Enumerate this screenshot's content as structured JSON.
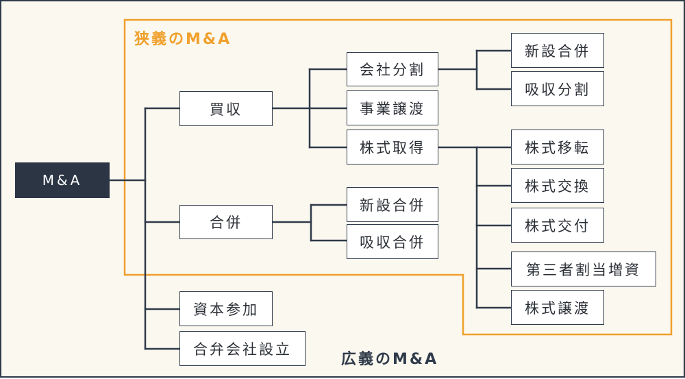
{
  "colors": {
    "accent": "#f0a02c",
    "dark": "#2b3544",
    "background": "#fbf8ef"
  },
  "labels": {
    "narrow": "狭義のM&A",
    "broad": "広義のM&A"
  },
  "nodes": {
    "root": "M&A",
    "acquisition": "買収",
    "merger": "合併",
    "capital_participation": "資本参加",
    "joint_venture": "合弁会社設立",
    "company_split": "会社分割",
    "business_transfer": "事業譲渡",
    "share_acquisition": "株式取得",
    "merger_new": "新設合併",
    "merger_absorption": "吸収合併",
    "split_new": "新設合併",
    "split_absorption": "吸収分割",
    "share_transfer": "株式移転",
    "share_exchange": "株式交換",
    "share_delivery": "株式交付",
    "third_party_allotment": "第三者割当増資",
    "share_sale": "株式譲渡"
  }
}
